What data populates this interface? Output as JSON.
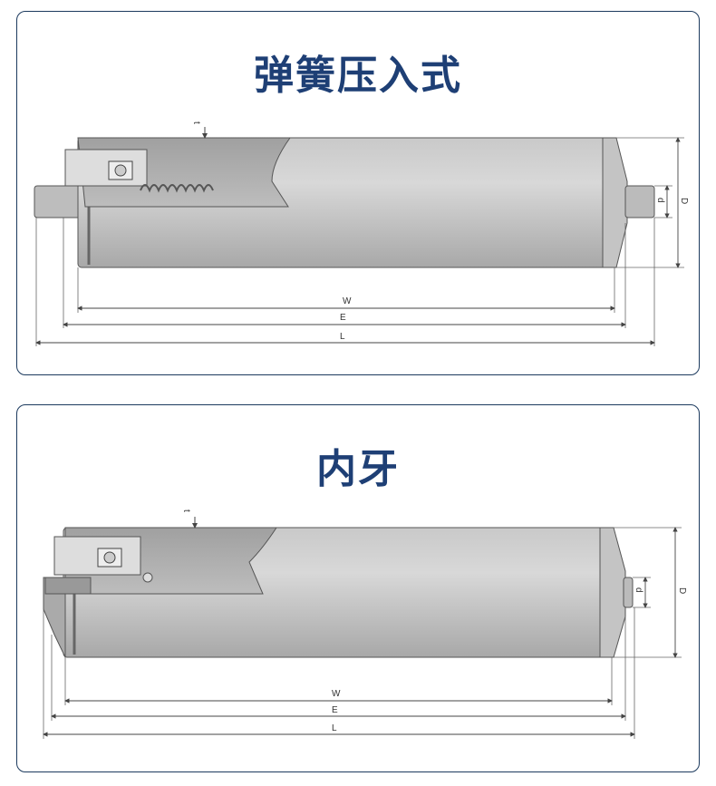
{
  "panels": [
    {
      "title": "弹簧压入式",
      "labels": {
        "W": "W",
        "E": "E",
        "L": "L",
        "t": "t",
        "d": "d",
        "D": "D"
      }
    },
    {
      "title": "内牙",
      "labels": {
        "W": "W",
        "E": "E",
        "L": "L",
        "t": "t",
        "d": "d",
        "D": "D"
      }
    }
  ]
}
